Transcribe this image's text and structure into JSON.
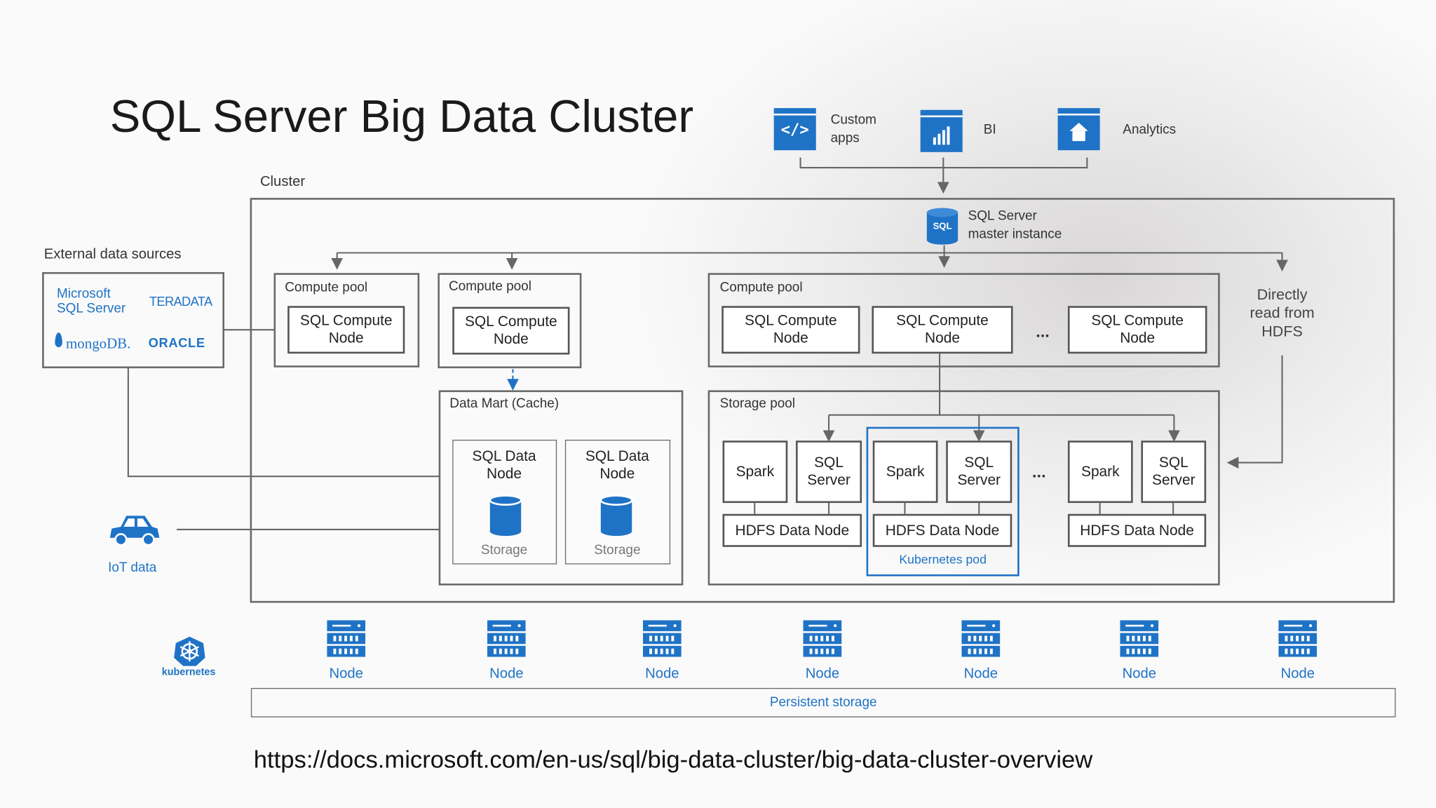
{
  "title": "SQL Server Big Data Cluster",
  "apps": {
    "custom": "Custom\napps",
    "bi": "BI",
    "analytics": "Analytics"
  },
  "cluster_label": "Cluster",
  "master": {
    "line1": "SQL Server",
    "line2": "master instance",
    "icon_text": "SQL"
  },
  "external": {
    "title": "External data sources",
    "ms1": "Microsoft",
    "ms2": "SQL Server",
    "teradata": "TERADATA",
    "mongo": "mongoDB.",
    "oracle": "ORACLE"
  },
  "iot": "IoT data",
  "compute_pool": "Compute pool",
  "sql_compute_node": "SQL Compute\nNode",
  "ellipsis": "...",
  "directly": "Directly\nread from\nHDFS",
  "data_mart": "Data Mart (Cache)",
  "sql_data_node": "SQL Data\nNode",
  "storage": "Storage",
  "storage_pool": "Storage pool",
  "spark": "Spark",
  "sql_server": "SQL\nServer",
  "hdfs": "HDFS Data Node",
  "kube_pod": "Kubernetes pod",
  "kubernetes": "kubernetes",
  "node": "Node",
  "persistent": "Persistent storage",
  "url": "https://docs.microsoft.com/en-us/sql/big-data-cluster/big-data-cluster-overview"
}
